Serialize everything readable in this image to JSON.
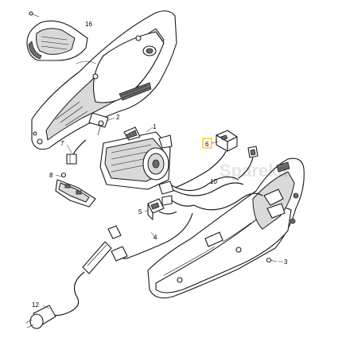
{
  "watermark": "Spareka",
  "part_labels": [
    {
      "key": "p16",
      "text": "16"
    },
    {
      "key": "p1",
      "text": "1"
    },
    {
      "key": "p2",
      "text": "2"
    },
    {
      "key": "p7",
      "text": "7"
    },
    {
      "key": "p8",
      "text": "8"
    },
    {
      "key": "p6",
      "text": "6"
    },
    {
      "key": "p10",
      "text": "10"
    },
    {
      "key": "p5",
      "text": "5"
    },
    {
      "key": "p4",
      "text": "4"
    },
    {
      "key": "p3",
      "text": "3"
    },
    {
      "key": "p12",
      "text": "12"
    }
  ],
  "highlight_color": "#f2c200"
}
